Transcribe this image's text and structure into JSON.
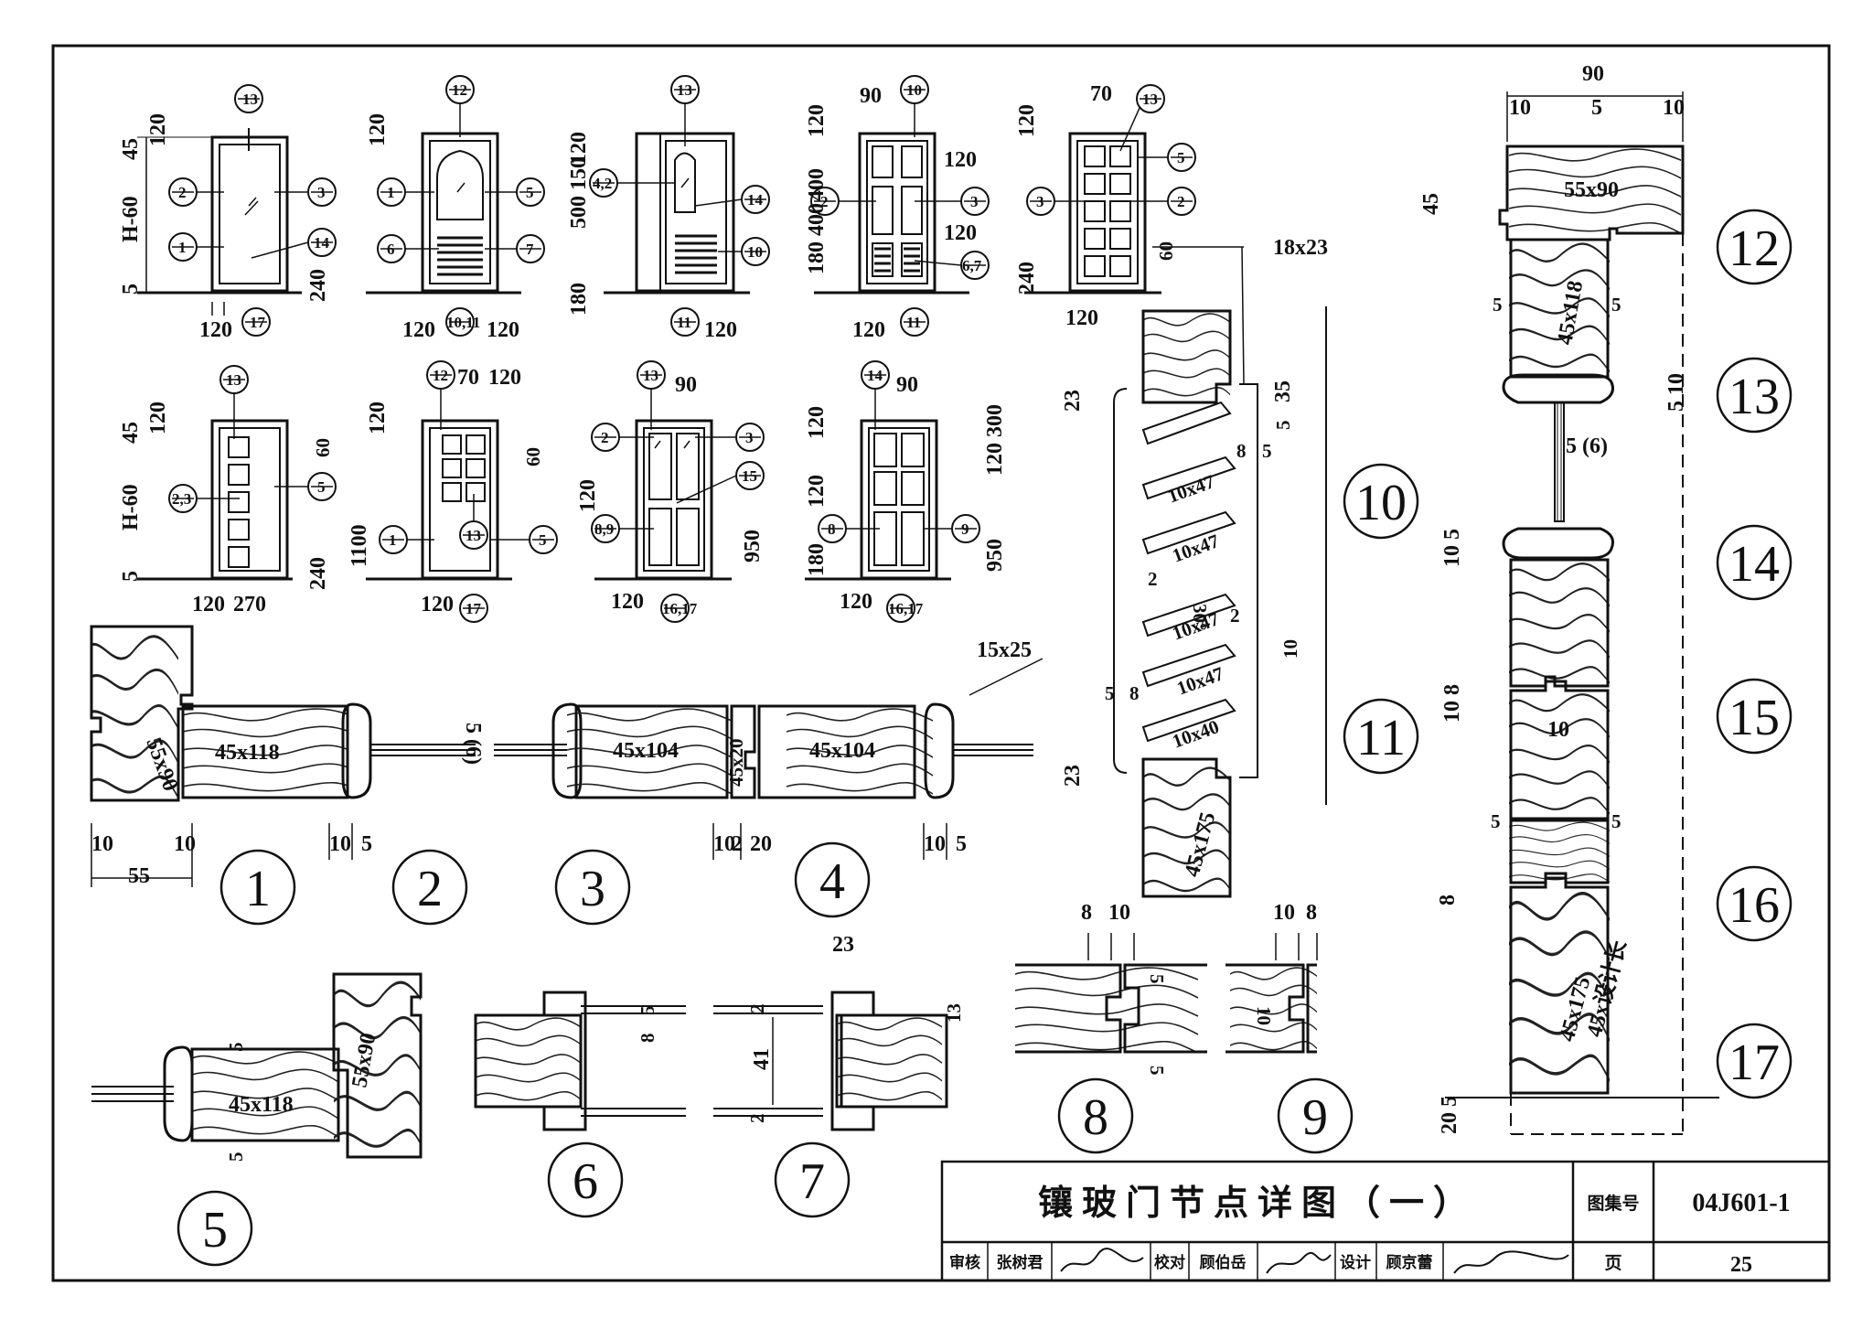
{
  "title_block": {
    "title": "镶玻门节点详图（一）",
    "atlas_label": "图集号",
    "atlas_code": "04J601-1",
    "page_label": "页",
    "page_number": "25",
    "review_label": "审核",
    "review_name": "张树君",
    "check_label": "校对",
    "check_name": "顾伯岳",
    "design_label": "设计",
    "design_name": "顾京蕾"
  },
  "detail_numbers": [
    "1",
    "2",
    "3",
    "4",
    "5",
    "6",
    "7",
    "8",
    "9",
    "10",
    "11",
    "12",
    "13",
    "14",
    "15",
    "16",
    "17"
  ],
  "elevations": {
    "dims": [
      "120",
      "45",
      "H-60",
      "5",
      "240",
      "120",
      "270",
      "60",
      "1100",
      "70",
      "90",
      "400",
      "500",
      "150",
      "180",
      "950",
      "300",
      "8,9",
      "4,2",
      "2,3",
      "6,7",
      "10,11",
      "16,17"
    ],
    "tags": [
      "1",
      "2",
      "3",
      "5",
      "6",
      "7",
      "8",
      "9",
      "10",
      "11",
      "12",
      "13",
      "14",
      "15",
      "17"
    ]
  },
  "sections": {
    "member_sizes": [
      "55x90",
      "45x118",
      "45x104",
      "45x20",
      "45x175",
      "18x23",
      "15x25",
      "10x47",
      "45x设计长"
    ],
    "dims": [
      "10",
      "55",
      "5",
      "5 (6)",
      "20",
      "2",
      "23",
      "13",
      "41",
      "8",
      "35",
      "30°",
      "90"
    ]
  }
}
